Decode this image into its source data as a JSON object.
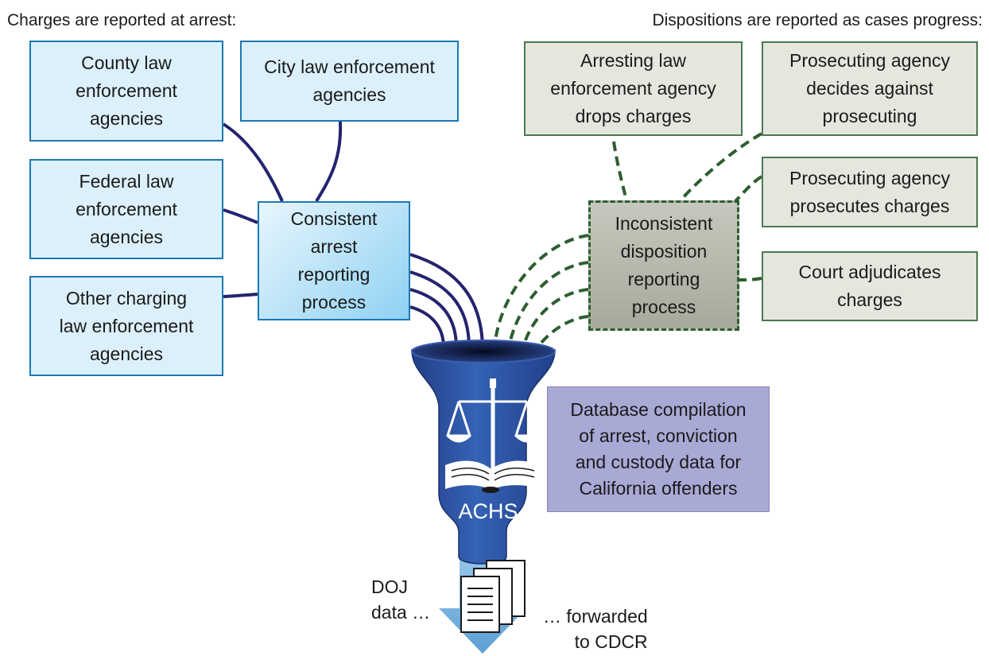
{
  "headers": {
    "left": "Charges are reported at arrest:",
    "right": "Dispositions are reported as cases progress:"
  },
  "agencies": [
    "County law\nenforcement\nagencies",
    "City law enforcement\nagencies",
    "Federal law\nenforcement\nagencies",
    "Other charging\nlaw enforcement\nagencies"
  ],
  "arrest_process": "Consistent\narrest\nreporting\nprocess",
  "dispositions": [
    "Arresting law\nenforcement agency\ndrops charges",
    "Prosecuting agency\ndecides against\nprosecuting",
    "Prosecuting agency\nprosecutes charges",
    "Court adjudicates\ncharges"
  ],
  "disposition_process": "Inconsistent\ndisposition\nreporting\nprocess",
  "database_note": "Database compilation\nof arrest, conviction\nand custody data for\nCalifornia offenders",
  "system_name": "ACHS",
  "output_left": "DOJ\ndata …",
  "output_right": "… forwarded\nto CDCR",
  "colors": {
    "solid_line": "#23236e",
    "dashed_line": "#2d5e2f",
    "funnel": "#2e56a6",
    "arrow": "#7fb6df"
  }
}
